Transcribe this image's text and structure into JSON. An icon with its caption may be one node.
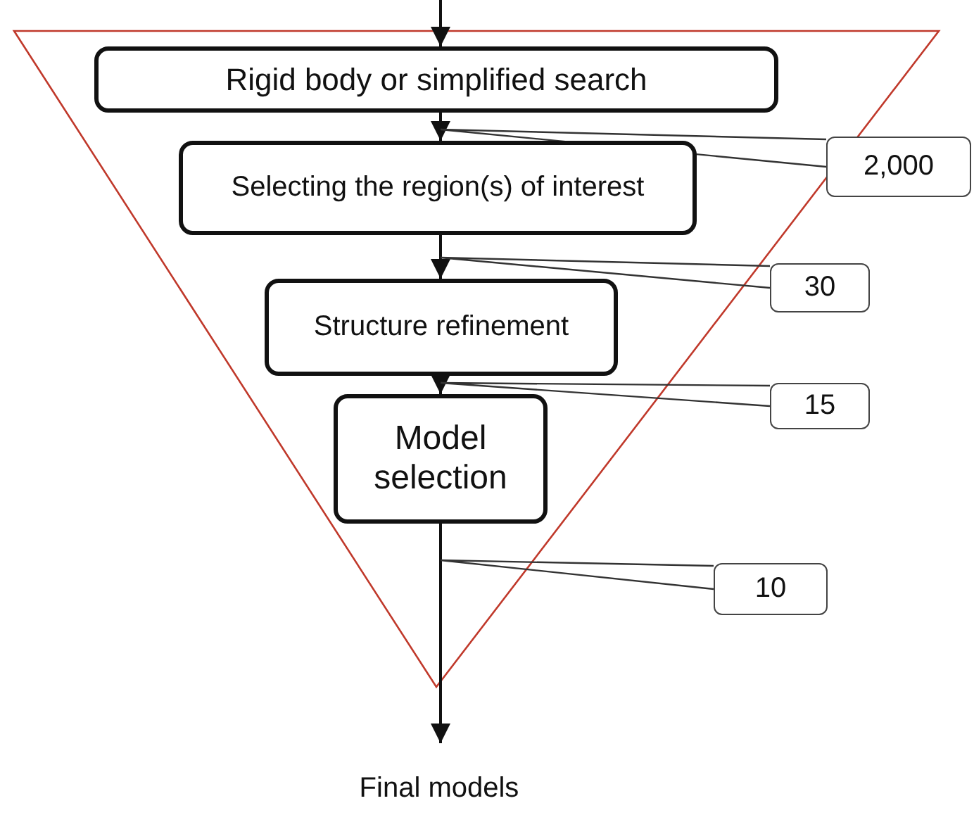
{
  "diagram": {
    "nodes": [
      {
        "text": [
          "Rigid body or simplified search"
        ]
      },
      {
        "text": [
          "Selecting the region(s) of interest"
        ]
      },
      {
        "text": [
          "Structure refinement"
        ]
      },
      {
        "text": [
          "Model selection"
        ]
      },
      {
        "text": [
          "Final models"
        ]
      },
      {
        "text": [
          "2,000"
        ]
      },
      {
        "text": [
          "30"
        ]
      },
      {
        "text": [
          "15"
        ]
      },
      {
        "text": [
          "10"
        ]
      }
    ],
    "edges": [
      {
        "from": null,
        "to": 0,
        "arrow": "to"
      },
      {
        "from": 0,
        "to": 1,
        "arrow": "to"
      },
      {
        "from": 1,
        "to": 2,
        "arrow": "to"
      },
      {
        "from": 2,
        "to": 3,
        "arrow": "to"
      },
      {
        "from": 3,
        "to": 4,
        "arrow": "to"
      },
      {
        "from": 5,
        "to": null,
        "arrow": "none"
      },
      {
        "from": 6,
        "to": null,
        "arrow": "none"
      },
      {
        "from": 7,
        "to": null,
        "arrow": "none"
      },
      {
        "from": 8,
        "to": null,
        "arrow": "none"
      }
    ]
  }
}
